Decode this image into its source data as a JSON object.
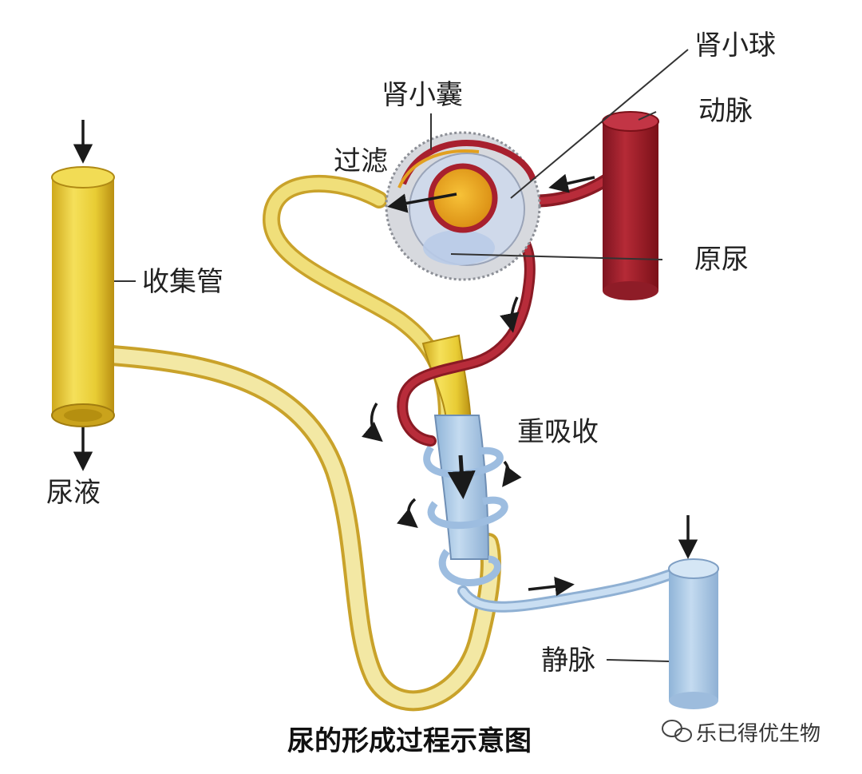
{
  "labels": {
    "glomerulus": "肾小球",
    "capsule": "肾小囊",
    "artery": "动脉",
    "filtration": "过滤",
    "primary_urine": "原尿",
    "collecting_duct": "收集管",
    "reabsorption": "重吸收",
    "urine": "尿液",
    "vein": "静脉"
  },
  "caption": "尿的形成过程示意图",
  "watermark": {
    "text": "乐已得优生物",
    "icon": "wechat-icon"
  },
  "colors": {
    "tubule_yellow": "#e8cf3a",
    "tubule_light": "#f2e6a0",
    "artery_red": "#a8202e",
    "vein_blue": "#a9c8e6",
    "capsule_gray": "#c5cbd8"
  }
}
